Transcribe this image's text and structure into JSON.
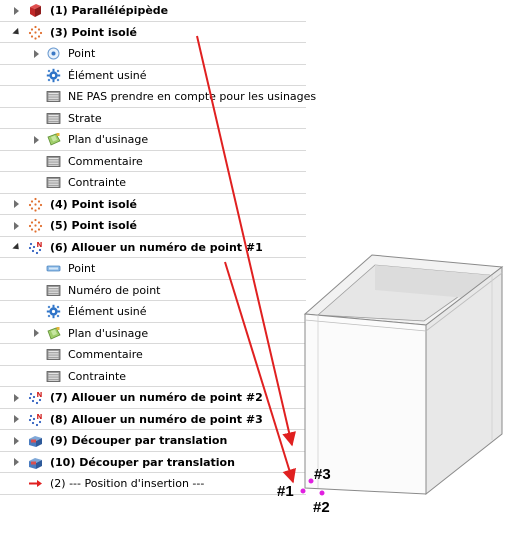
{
  "tree": {
    "rows": [
      {
        "depth": 0,
        "toggle": "collapsed",
        "icon": "box-icon",
        "label": "(1) Parallélépipède",
        "bold": true
      },
      {
        "depth": 0,
        "toggle": "expanded",
        "icon": "dots-icon",
        "label": "(3) Point isolé",
        "bold": true
      },
      {
        "depth": 1,
        "toggle": "collapsed",
        "icon": "target-icon",
        "label": "Point",
        "bold": false
      },
      {
        "depth": 1,
        "toggle": "none",
        "icon": "gear-icon",
        "label": "Élément usiné",
        "bold": false
      },
      {
        "depth": 1,
        "toggle": "none",
        "icon": "panel-icon",
        "label": "NE PAS prendre en compte pour les usinages",
        "bold": false
      },
      {
        "depth": 1,
        "toggle": "none",
        "icon": "panel-icon",
        "label": "Strate",
        "bold": false
      },
      {
        "depth": 1,
        "toggle": "collapsed",
        "icon": "plane-icon",
        "label": "Plan d'usinage",
        "bold": false
      },
      {
        "depth": 1,
        "toggle": "none",
        "icon": "panel-icon",
        "label": "Commentaire",
        "bold": false
      },
      {
        "depth": 1,
        "toggle": "none",
        "icon": "panel-icon",
        "label": "Contrainte",
        "bold": false
      },
      {
        "depth": 0,
        "toggle": "collapsed",
        "icon": "dots-icon",
        "label": "(4) Point isolé",
        "bold": true
      },
      {
        "depth": 0,
        "toggle": "collapsed",
        "icon": "dots-icon",
        "label": "(5) Point isolé",
        "bold": true
      },
      {
        "depth": 0,
        "toggle": "expanded",
        "icon": "numbered-dots-icon",
        "label": "(6) Allouer un numéro de point #1",
        "bold": true
      },
      {
        "depth": 1,
        "toggle": "none",
        "icon": "point-bar-icon",
        "label": "Point",
        "bold": false
      },
      {
        "depth": 1,
        "toggle": "none",
        "icon": "panel-icon",
        "label": "Numéro de point",
        "bold": false
      },
      {
        "depth": 1,
        "toggle": "none",
        "icon": "gear-icon",
        "label": "Élément usiné",
        "bold": false
      },
      {
        "depth": 1,
        "toggle": "collapsed",
        "icon": "plane-icon",
        "label": "Plan d'usinage",
        "bold": false
      },
      {
        "depth": 1,
        "toggle": "none",
        "icon": "panel-icon",
        "label": "Commentaire",
        "bold": false
      },
      {
        "depth": 1,
        "toggle": "none",
        "icon": "panel-icon",
        "label": "Contrainte",
        "bold": false
      },
      {
        "depth": 0,
        "toggle": "collapsed",
        "icon": "numbered-dots-icon",
        "label": "(7) Allouer un numéro de point #2",
        "bold": true
      },
      {
        "depth": 0,
        "toggle": "collapsed",
        "icon": "numbered-dots-icon",
        "label": "(8) Allouer un numéro de point #3",
        "bold": true
      },
      {
        "depth": 0,
        "toggle": "collapsed",
        "icon": "cut-box-icon",
        "label": "(9) Découper par translation",
        "bold": true
      },
      {
        "depth": 0,
        "toggle": "collapsed",
        "icon": "cut-box-icon",
        "label": "(10) Découper par translation",
        "bold": true
      },
      {
        "depth": 0,
        "toggle": "none",
        "icon": "arrow-right-icon",
        "label": "(2) --- Position  d'insertion ---",
        "bold": false
      }
    ]
  },
  "viewport": {
    "markers": [
      "#1",
      "#2",
      "#3"
    ],
    "arrow_color": "#e02020",
    "point_color": "#e020e0"
  }
}
